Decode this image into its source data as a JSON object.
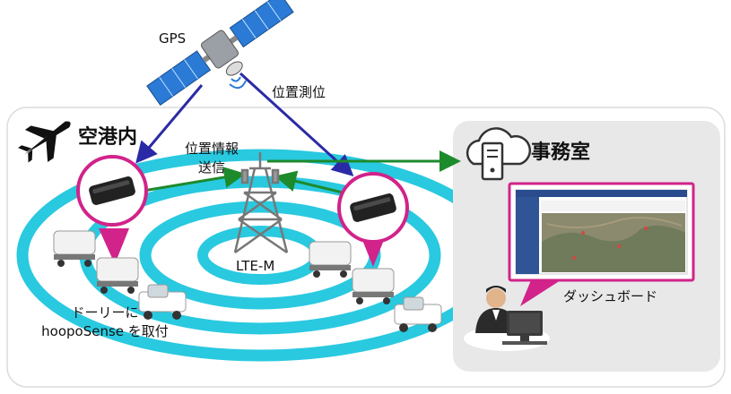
{
  "labels": {
    "gps": "GPS",
    "positioning": "位置測位",
    "airport": "空港内",
    "position_info_line1": "位置情報",
    "position_info_line2": "送信",
    "lte": "LTE-M",
    "office": "事務室",
    "dashboard": "ダッシュボード",
    "dolly_line1": "ドーリーに",
    "dolly_line2": "hoopoSense を取付"
  },
  "colors": {
    "ring": "#29c9e0",
    "arrow_blue": "#2b2aa6",
    "arrow_green": "#1d8a2c",
    "magenta": "#d1238a",
    "panel": "#e8e8e8"
  },
  "icons": [
    "airplane-icon",
    "cloud-server-icon",
    "satellite-icon",
    "tower-icon",
    "device-icon",
    "dolly-vehicle-icon",
    "person-computer-icon"
  ]
}
